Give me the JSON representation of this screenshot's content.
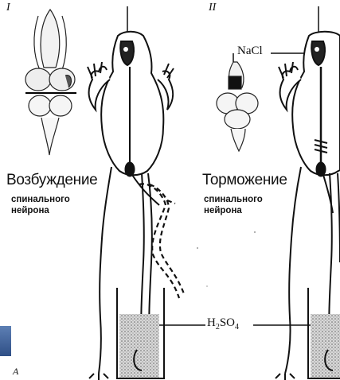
{
  "labels": {
    "panel_left": "I",
    "panel_right": "II",
    "excitation_title": "Возбуждение",
    "excitation_sub_1": "спинального",
    "excitation_sub_2": "нейрона",
    "inhibition_title": "Торможение",
    "inhibition_sub_1": "спинального",
    "inhibition_sub_2": "нейрона",
    "salt": "NaCl",
    "acid_main": "H",
    "acid_sub1": "2",
    "acid_mid": "SO",
    "acid_sub2": "4",
    "corner_letter": "A"
  },
  "colors": {
    "ink": "#111111",
    "acid_fill": "#bdbdbd",
    "corner_accent": "#3a5a93"
  }
}
